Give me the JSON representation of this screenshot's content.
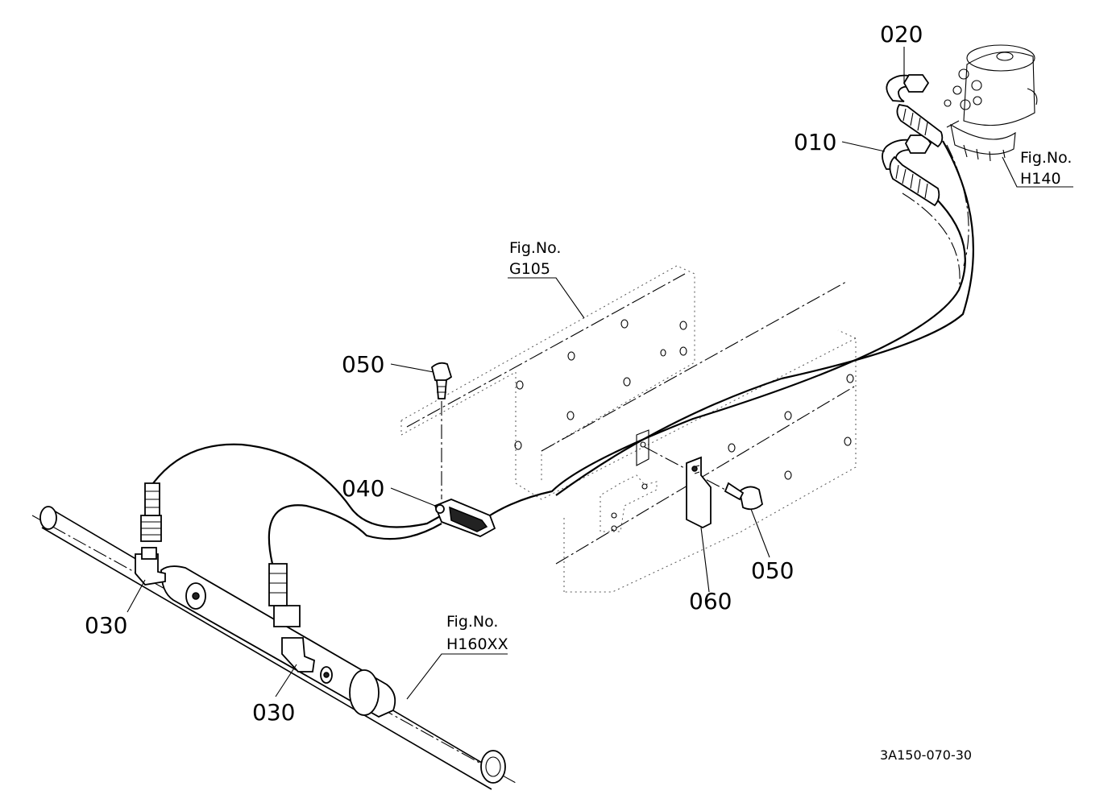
{
  "callouts": {
    "p010": "010",
    "p020": "020",
    "p030_left": "030",
    "p030_right": "030",
    "p040": "040",
    "p050_top": "050",
    "p050_right": "050",
    "p060": "060"
  },
  "figure_refs": {
    "g105": {
      "line1": "Fig.No.",
      "line2": "G105"
    },
    "h140": {
      "line1": "Fig.No.",
      "line2": "H140"
    },
    "h160xx": {
      "line1": "Fig.No.",
      "line2": "H160XX"
    }
  },
  "diagram_code": "3A150-070-30"
}
